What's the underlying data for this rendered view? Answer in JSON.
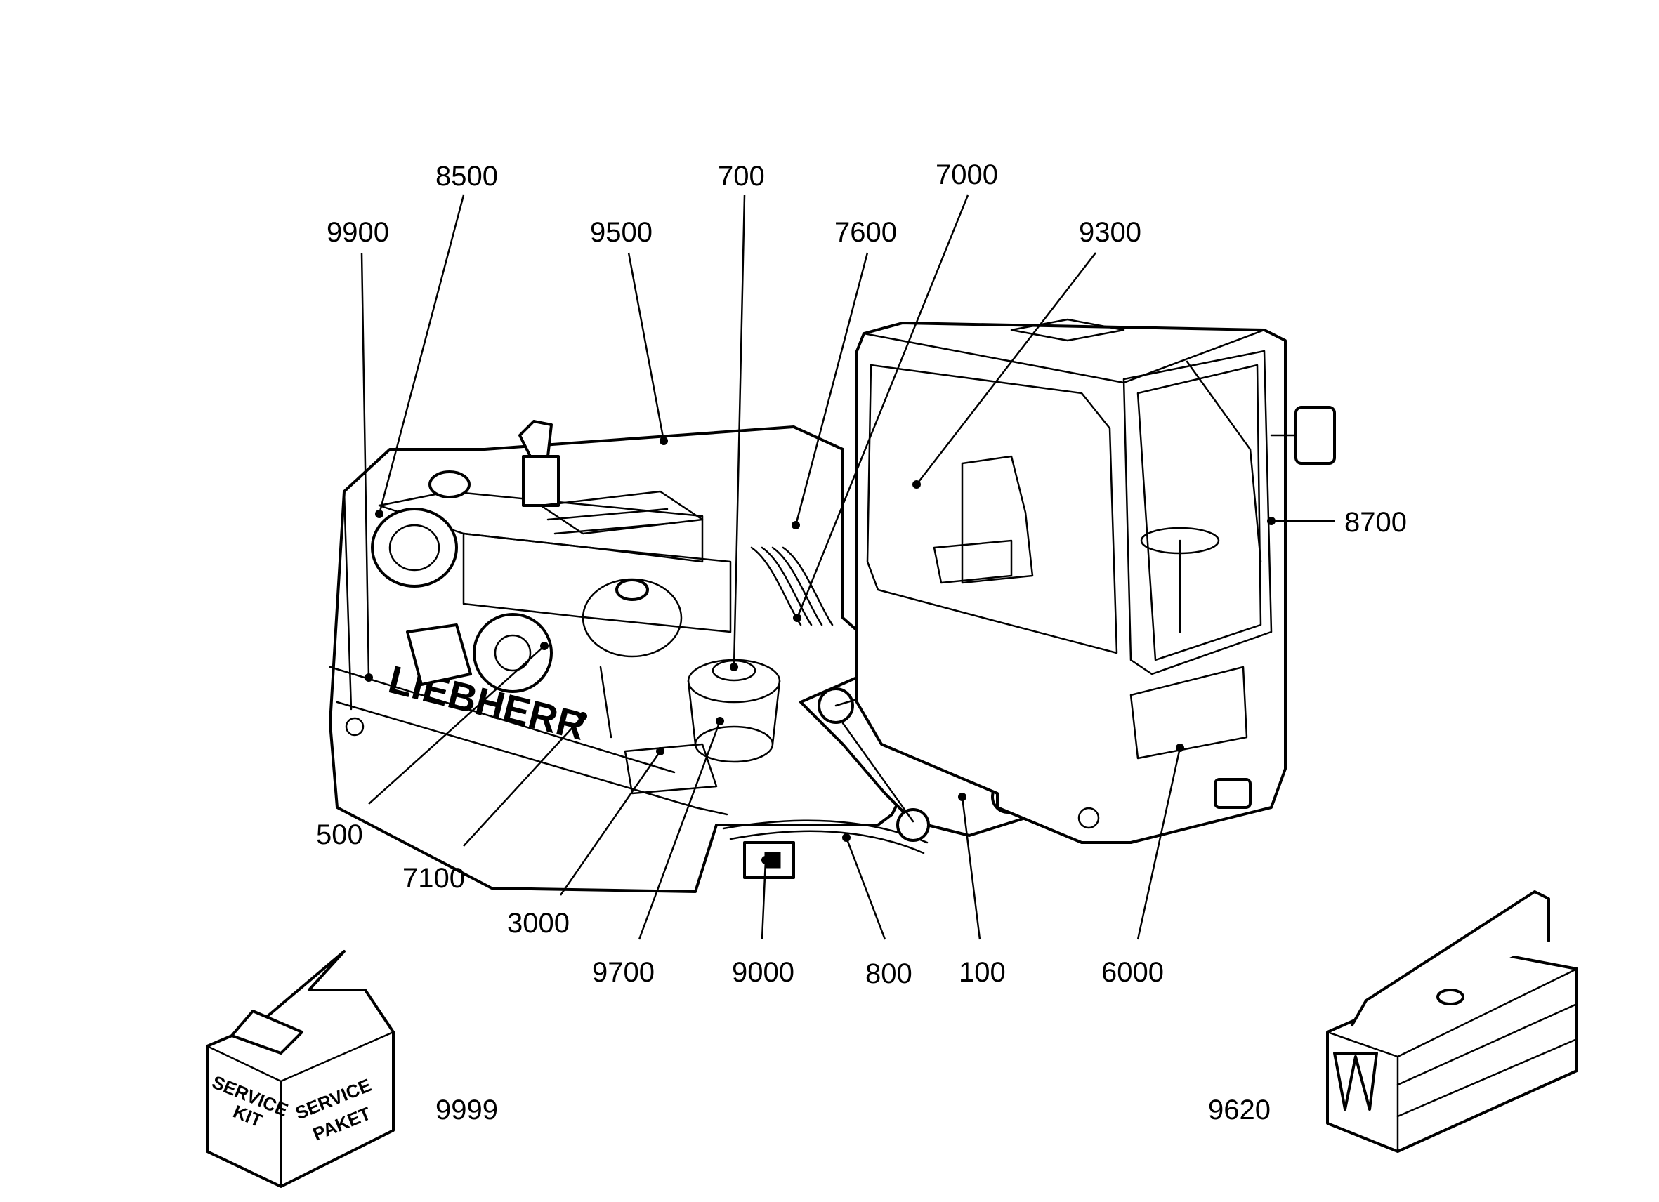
{
  "brand": "LIEBHERR",
  "service_box": {
    "line1": "SERVICE",
    "line2": "KIT",
    "line3": "SERVICE",
    "line4": "PAKET"
  },
  "callouts": [
    "8500",
    "700",
    "7000",
    "9900",
    "9500",
    "7600",
    "9300",
    "8700",
    "500",
    "7100",
    "3000",
    "9700",
    "9000",
    "800",
    "100",
    "6000",
    "9999",
    "9620"
  ]
}
